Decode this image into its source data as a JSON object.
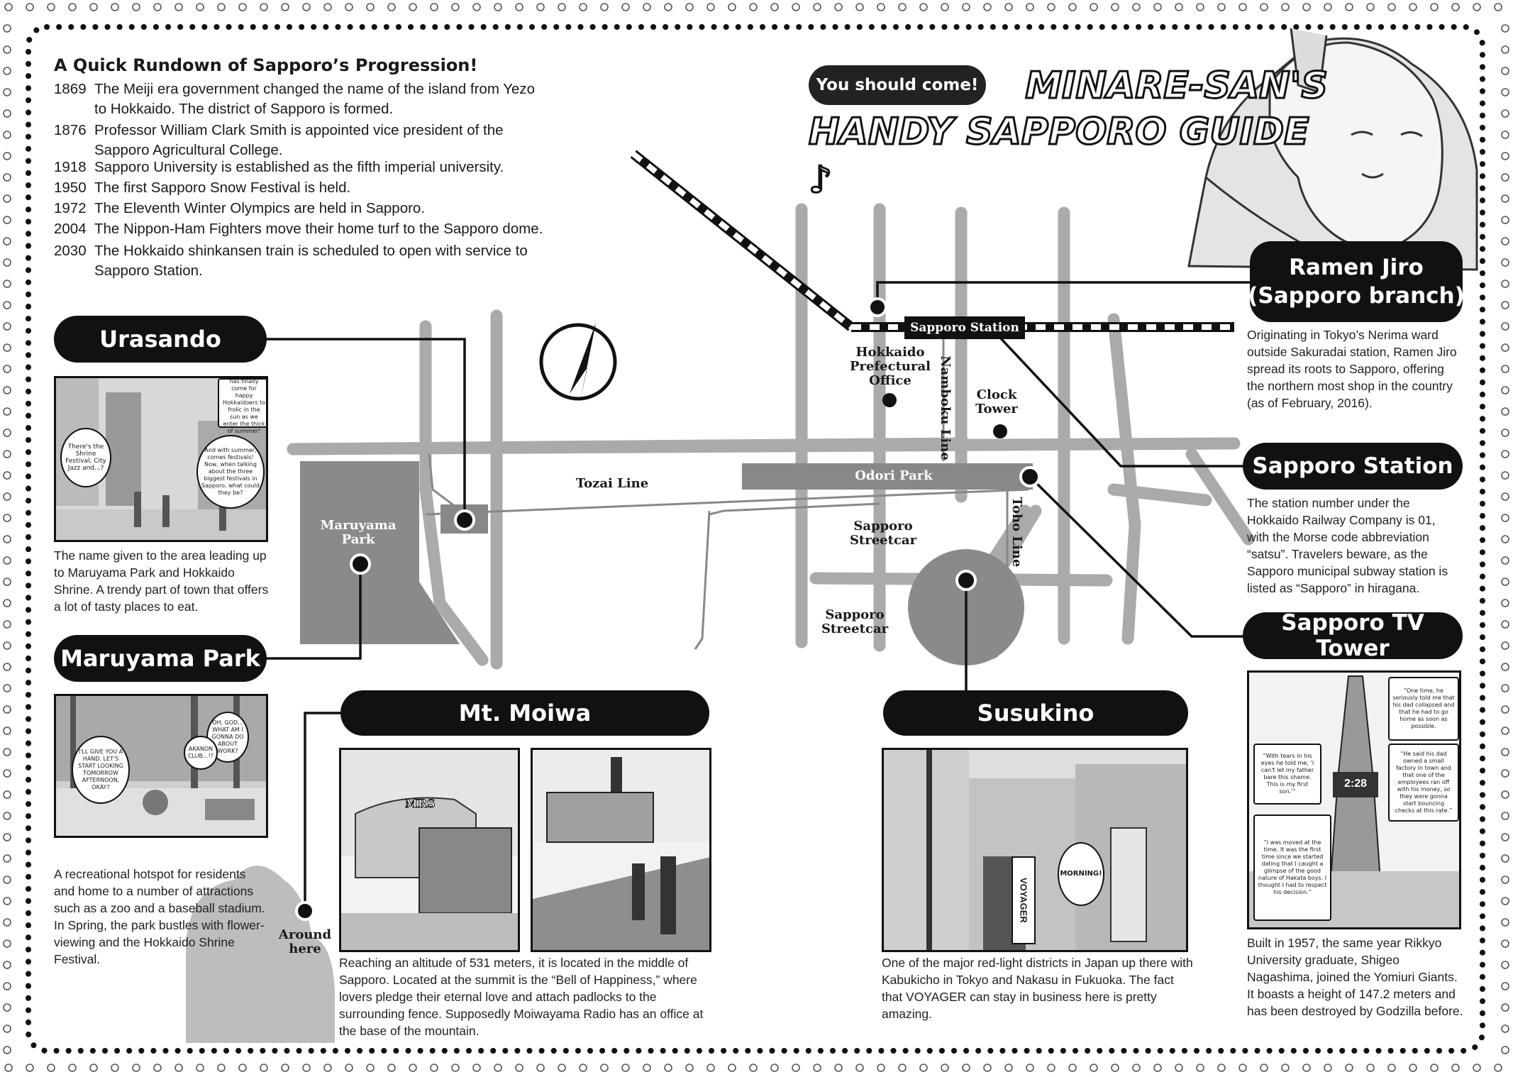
{
  "header": {
    "come_bubble": "You should come!",
    "title_line1": "MINARE-SAN'S",
    "title_line2": "HANDY SAPPORO GUIDE ♪"
  },
  "history": {
    "title": "A Quick Rundown of Sapporo’s Progression!",
    "events": [
      {
        "year": "1869",
        "text": "The Meiji era government changed the name of the island from Yezo to Hokkaido. The district of Sapporo is formed."
      },
      {
        "year": "1876",
        "text": "Professor William Clark Smith is appointed vice president of the Sapporo Agricultural College."
      },
      {
        "year": "1918",
        "text": "Sapporo University is established as the fifth imperial university."
      },
      {
        "year": "1950",
        "text": "The first Sapporo Snow Festival is held."
      },
      {
        "year": "1972",
        "text": "The Eleventh Winter Olympics are held in Sapporo."
      },
      {
        "year": "2004",
        "text": "The Nippon-Ham Fighters move their home turf to the Sapporo dome."
      },
      {
        "year": "2030",
        "text": "The Hokkaido shinkansen train is scheduled to open with service to Sapporo Station."
      }
    ]
  },
  "map": {
    "station_sign": "Sapporo Station",
    "labels": {
      "pref_office": "Hokkaido\nPrefectural\nOffice",
      "clock_tower": "Clock\nTower",
      "namboku": "Namboku Line",
      "toho": "Toho Line",
      "tozai": "Tozai Line",
      "odori": "Odori Park",
      "maruyama_park": "Maruyama\nPark",
      "streetcar1": "Sapporo\nStreetcar",
      "streetcar2": "Sapporo\nStreetcar",
      "around_here": "Around\nhere"
    }
  },
  "spots": {
    "urasando": {
      "name": "Urasando",
      "desc": "The name given to the area leading up to Maruyama Park and Hokkaido Shrine. A trendy part of town that offers a lot of tasty places to eat.",
      "bubbles": [
        "There's the Shrine Festival, City Jazz and...?",
        "And with summer, comes festivals! Now, when talking about the three biggest festivals in Sapporo, what could they be?",
        "The season has finally come for happy Hokkaidoers to frolic in the sun as we enter the thick of summer!"
      ]
    },
    "maruyama": {
      "name": "Maruyama Park",
      "desc": "A recreational hotspot for residents and home to a number of attractions such as a zoo and a baseball stadium. In Spring, the park bustles with flower-viewing and the Hokkaido Shrine Festival.",
      "bubbles": [
        "I'LL GIVE YOU A HAND. LET'S START LOOKING TOMORROW AFTERNOON, OKAY?",
        "OH, GOD... WHAT AM I GONNA DO ABOUT WORK?",
        "AKANON CLUB...!?"
      ]
    },
    "moiwa": {
      "name": "Mt. Moiwa",
      "desc": "Reaching an altitude of 531 meters, it is located in the middle of Sapporo. Located at the summit is the “Bell of Happiness,” where lovers pledge their eternal love and attach padlocks to the surrounding fence. Supposedly Moiwayama Radio has an office at the base of the mountain.",
      "sign": "MRS"
    },
    "susukino": {
      "name": "Susukino",
      "desc": "One of the major red-light districts in Japan up there with Kabukicho in Tokyo and Nakasu in Fukuoka. The fact that VOYAGER can stay in business here is pretty amazing.",
      "bubble": "MORNING!",
      "sign": "VOYAGER"
    },
    "ramen": {
      "name": "Ramen Jiro\n(Sapporo branch)",
      "desc": "Originating in Tokyo’s Nerima ward outside Sakuradai station, Ramen Jiro spread its roots to Sapporo, offering the northern most shop in the country (as of February, 2016)."
    },
    "station": {
      "name": "Sapporo Station",
      "desc": "The station number under the Hokkaido Railway Company is 01, with the Morse code abbreviation “satsu”. Travelers beware, as the Sapporo municipal subway station is listed as “Sapporo” in hiragana."
    },
    "tvtower": {
      "name": "Sapporo TV Tower",
      "desc": "Built in 1957, the same year Rikkyo University graduate, Shigeo Nagashima, joined the Yomiuri Giants. It boasts a height of 147.2 meters and has been destroyed by Godzilla before.",
      "clock": "2:28",
      "bubbles": [
        "“One time, he seriously told me that his dad collapsed and that he had to go home as soon as possible.",
        "“With tears in his eyes he told me, ‘I can't let my father bare this shame. This is my first son.’”",
        "“He said his dad owned a small factory in town and that one of the employees ran off with his money, so they were gonna start bouncing checks at this rate.”",
        "“I was moved at the time. It was the first time since we started dating that I caught a glimpse of the good nature of Hakata boys. I thought I had to respect his decision.”"
      ]
    }
  }
}
